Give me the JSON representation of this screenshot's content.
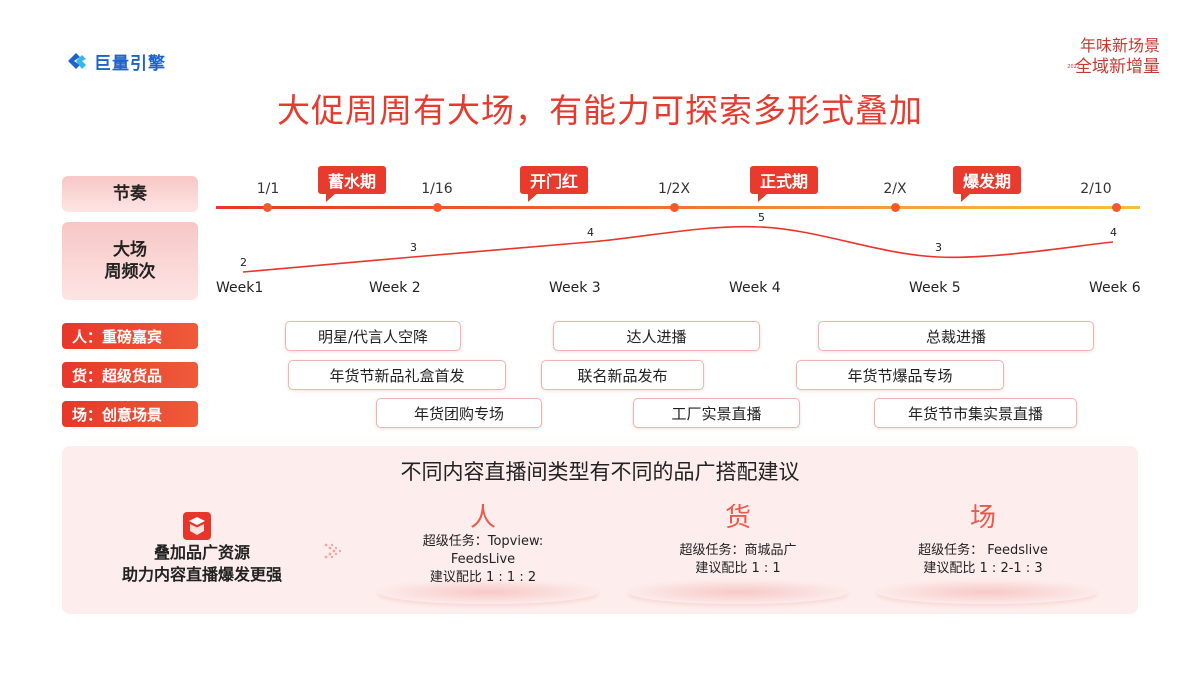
{
  "header": {
    "logo_text": "巨量引擎",
    "seal_line1": "年味新场景",
    "seal_line2": "全域新增量",
    "seal_small_year": "2022",
    "title": "大促周周有大场，有能力可探索多形式叠加"
  },
  "labels": {
    "rhythm": "节奏",
    "sessions_line1": "大场",
    "sessions_line2": "周频次",
    "people": "人：重磅嘉宾",
    "goods": "货：超级货品",
    "scene": "场：创意场景"
  },
  "timeline": {
    "dates": [
      "1/1",
      "1/16",
      "1/2X",
      "2/X",
      "2/10"
    ],
    "phases": [
      "蓄水期",
      "开门红",
      "正式期",
      "爆发期"
    ]
  },
  "chart_data": {
    "type": "line",
    "categories": [
      "Week1",
      "Week 2",
      "Week 3",
      "Week 4",
      "Week 5",
      "Week 6"
    ],
    "values": [
      2,
      3,
      4,
      5,
      3,
      4
    ],
    "color": "#e8352b"
  },
  "rows": {
    "people": [
      "明星/代言人空降",
      "达人进播",
      "总裁进播"
    ],
    "goods": [
      "年货节新品礼盒首发",
      "联名新品发布",
      "年货节爆品专场"
    ],
    "scene": [
      "年货团购专场",
      "工厂实景直播",
      "年货节市集实景直播"
    ]
  },
  "panel": {
    "title": "不同内容直播间类型有不同的品广搭配建议",
    "left_line1": "叠加品广资源",
    "left_line2": "助力内容直播爆发更强",
    "columns": [
      {
        "big": "人",
        "line1": "超级任务：Topview:",
        "line2": "FeedsLive",
        "line3": "建议配比 1 : 1 : 2"
      },
      {
        "big": "货",
        "line1": "超级任务：商城品广",
        "line2": "建议配比  1 : 1",
        "line3": ""
      },
      {
        "big": "场",
        "line1": "超级任务： Feedslive",
        "line2": "建议配比 1 : 2-1 : 3",
        "line3": ""
      }
    ]
  },
  "colors": {
    "brand_red": "#e83a2d",
    "logo_blue": "#1e63c9",
    "panel_bg": "#fdeeed"
  }
}
